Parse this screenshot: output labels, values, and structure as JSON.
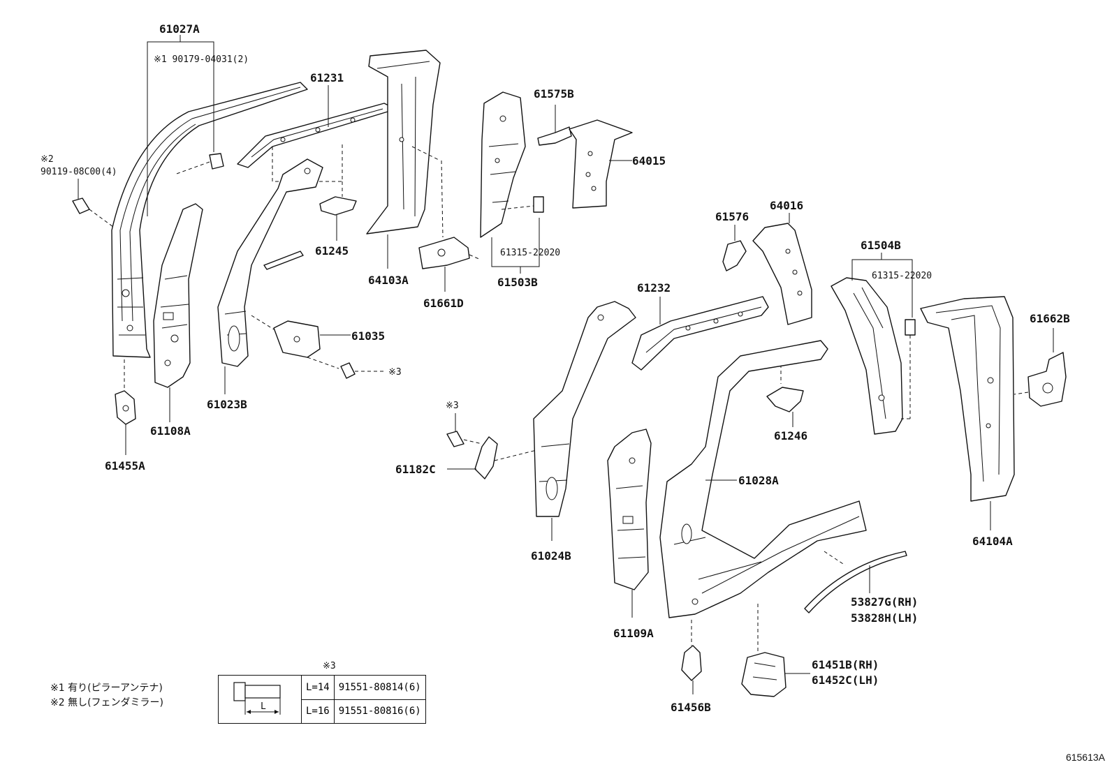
{
  "labels": {
    "p61027A": "61027A",
    "note1_part": "※1 90179-04031(2)",
    "note2_mark": "※2",
    "p90119": "90119-08C00(4)",
    "p61231": "61231",
    "p61575B": "61575B",
    "p64015": "64015",
    "p61245": "61245",
    "p64103A": "64103A",
    "p61661D": "61661D",
    "p61315_a": "61315-22020",
    "p61503B": "61503B",
    "p61576": "61576",
    "p64016": "64016",
    "p61504B": "61504B",
    "p61315_b": "61315-22020",
    "p61232": "61232",
    "p61662B": "61662B",
    "p61035": "61035",
    "note3_a": "※3",
    "p61023B": "61023B",
    "p61108A": "61108A",
    "p61455A": "61455A",
    "note3_b": "※3",
    "p61182C": "61182C",
    "p61246": "61246",
    "p61028A": "61028A",
    "p61024B": "61024B",
    "p64104A": "64104A",
    "p53827G": "53827G(RH)",
    "p53828H": "53828H(LH)",
    "p61109A": "61109A",
    "p61451B": "61451B(RH)",
    "p61452C": "61452C(LH)",
    "p61456B": "61456B"
  },
  "legend": {
    "note1": "※1 有り(ピラーアンテナ)",
    "note2": "※2 無し(フェンダミラー)"
  },
  "bolt_table": {
    "title": "※3",
    "dim_label": "L",
    "rows": [
      {
        "length": "L=14",
        "part": "91551-80814(6)"
      },
      {
        "length": "L=16",
        "part": "91551-80816(6)"
      }
    ]
  },
  "diagram_id": "615613A"
}
